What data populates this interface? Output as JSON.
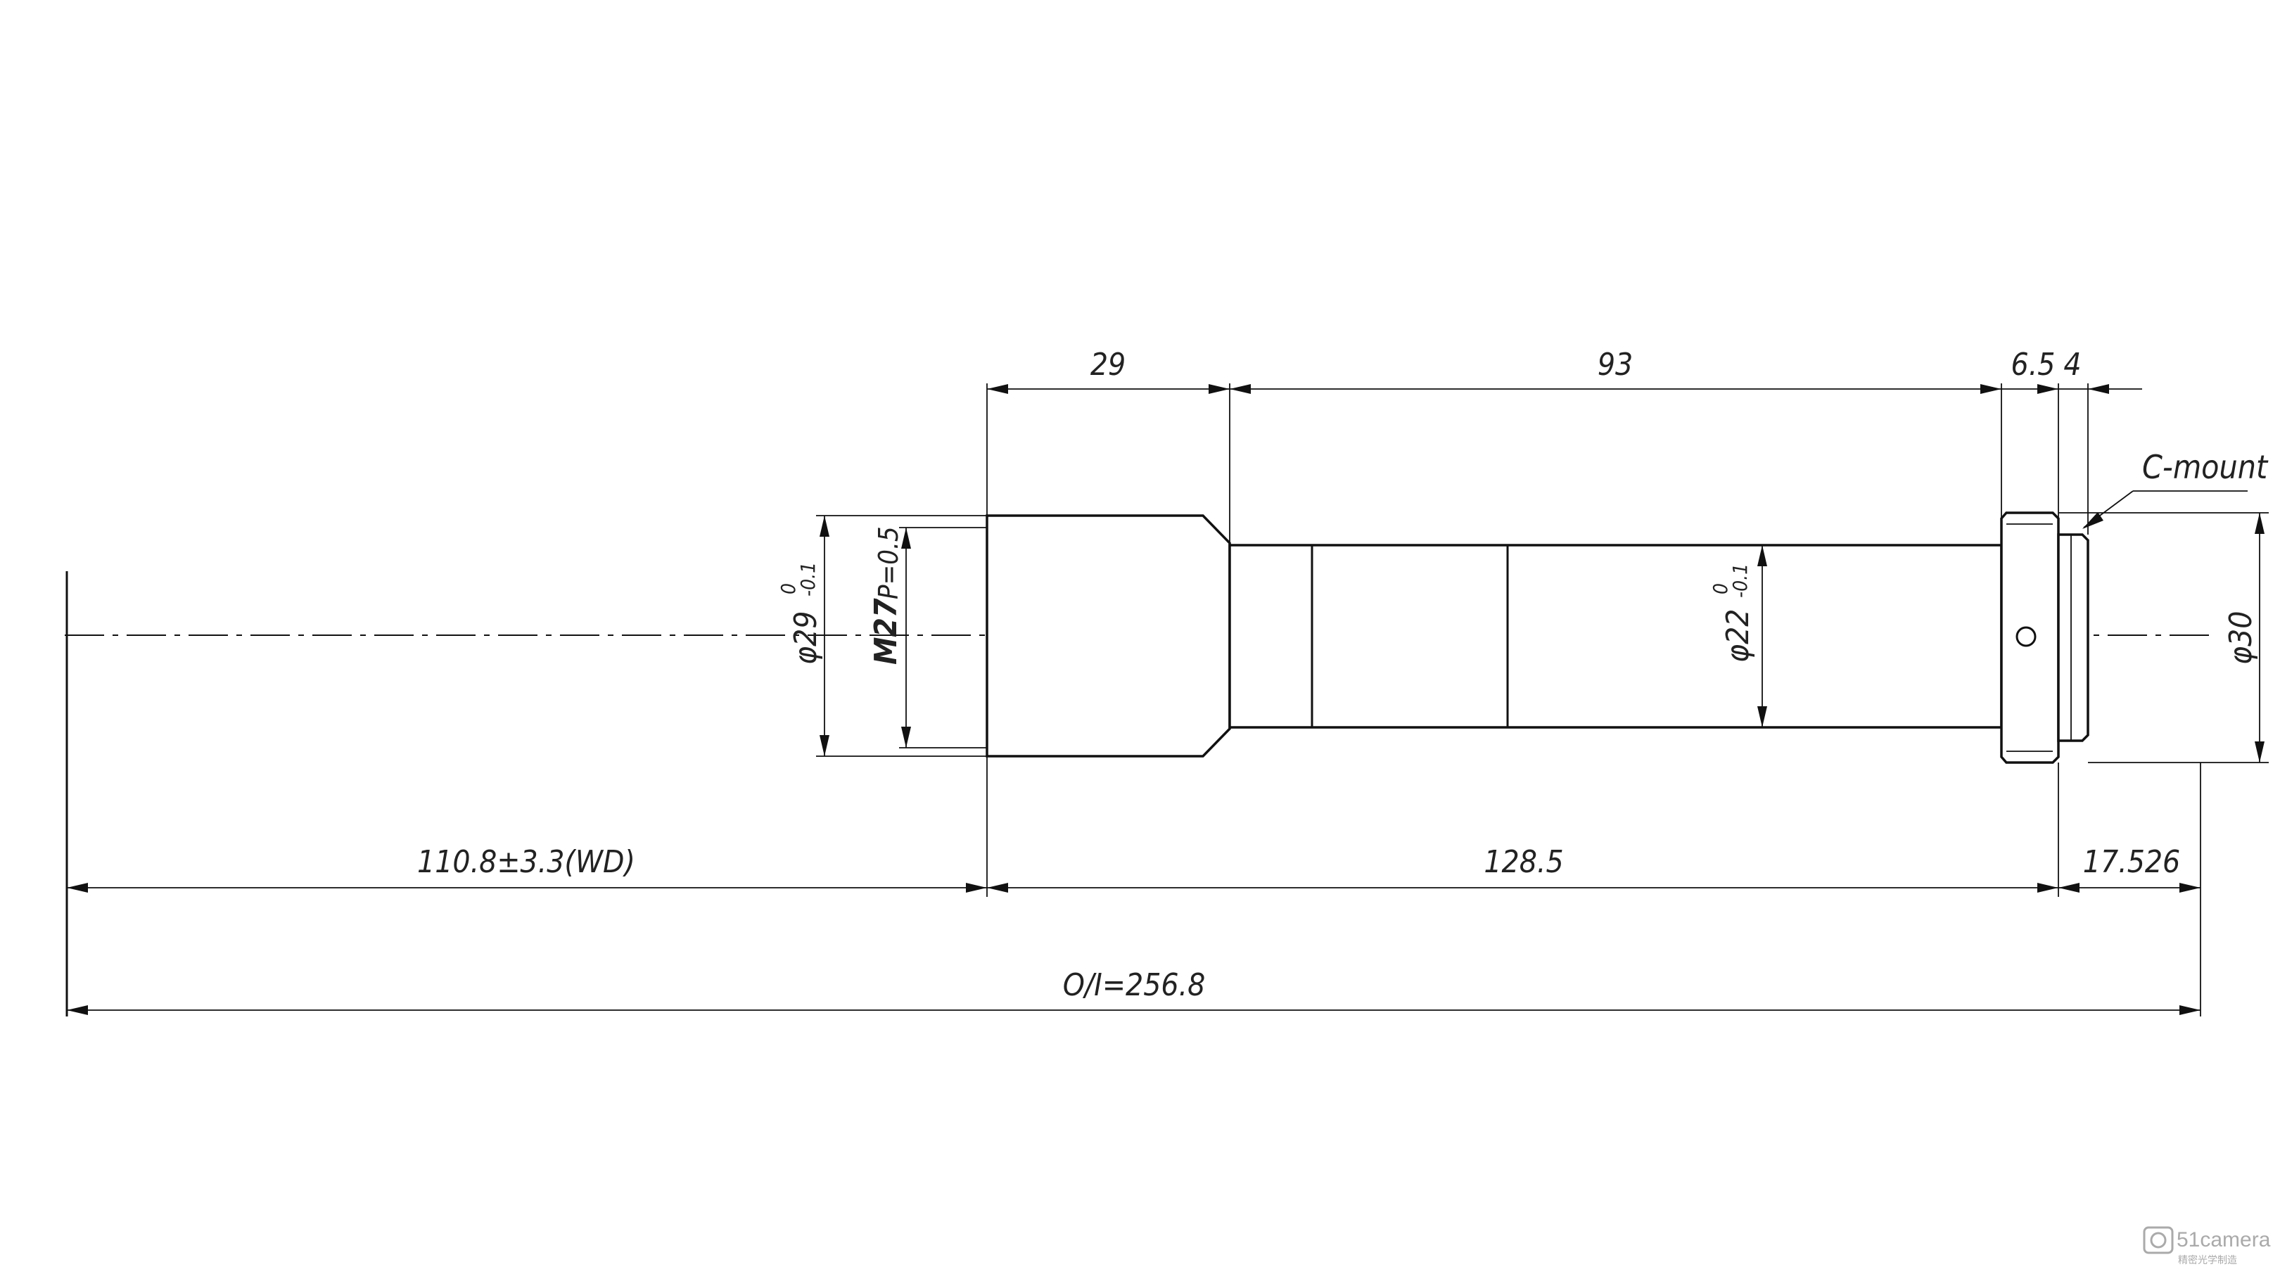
{
  "dimensions": {
    "top": {
      "d29": "29",
      "d93": "93",
      "d6_5": "6.5",
      "d4": "4"
    },
    "bottom": {
      "wd": "110.8±3.3(WD)",
      "len": "128.5",
      "flange": "17.526"
    },
    "total": "O/I=256.8"
  },
  "diameters": {
    "front_main": "φ29",
    "front_tol_upper": "0",
    "front_tol_lower": "-0.1",
    "thread": "M27",
    "pitch": "P=0.5",
    "barrel_main": "φ22",
    "barrel_tol_upper": "0",
    "barrel_tol_lower": "-0.1",
    "rear": "φ30"
  },
  "callouts": {
    "mount": "C-mount"
  },
  "watermark": {
    "brand": "51camera",
    "sub": "精密光学制造"
  }
}
